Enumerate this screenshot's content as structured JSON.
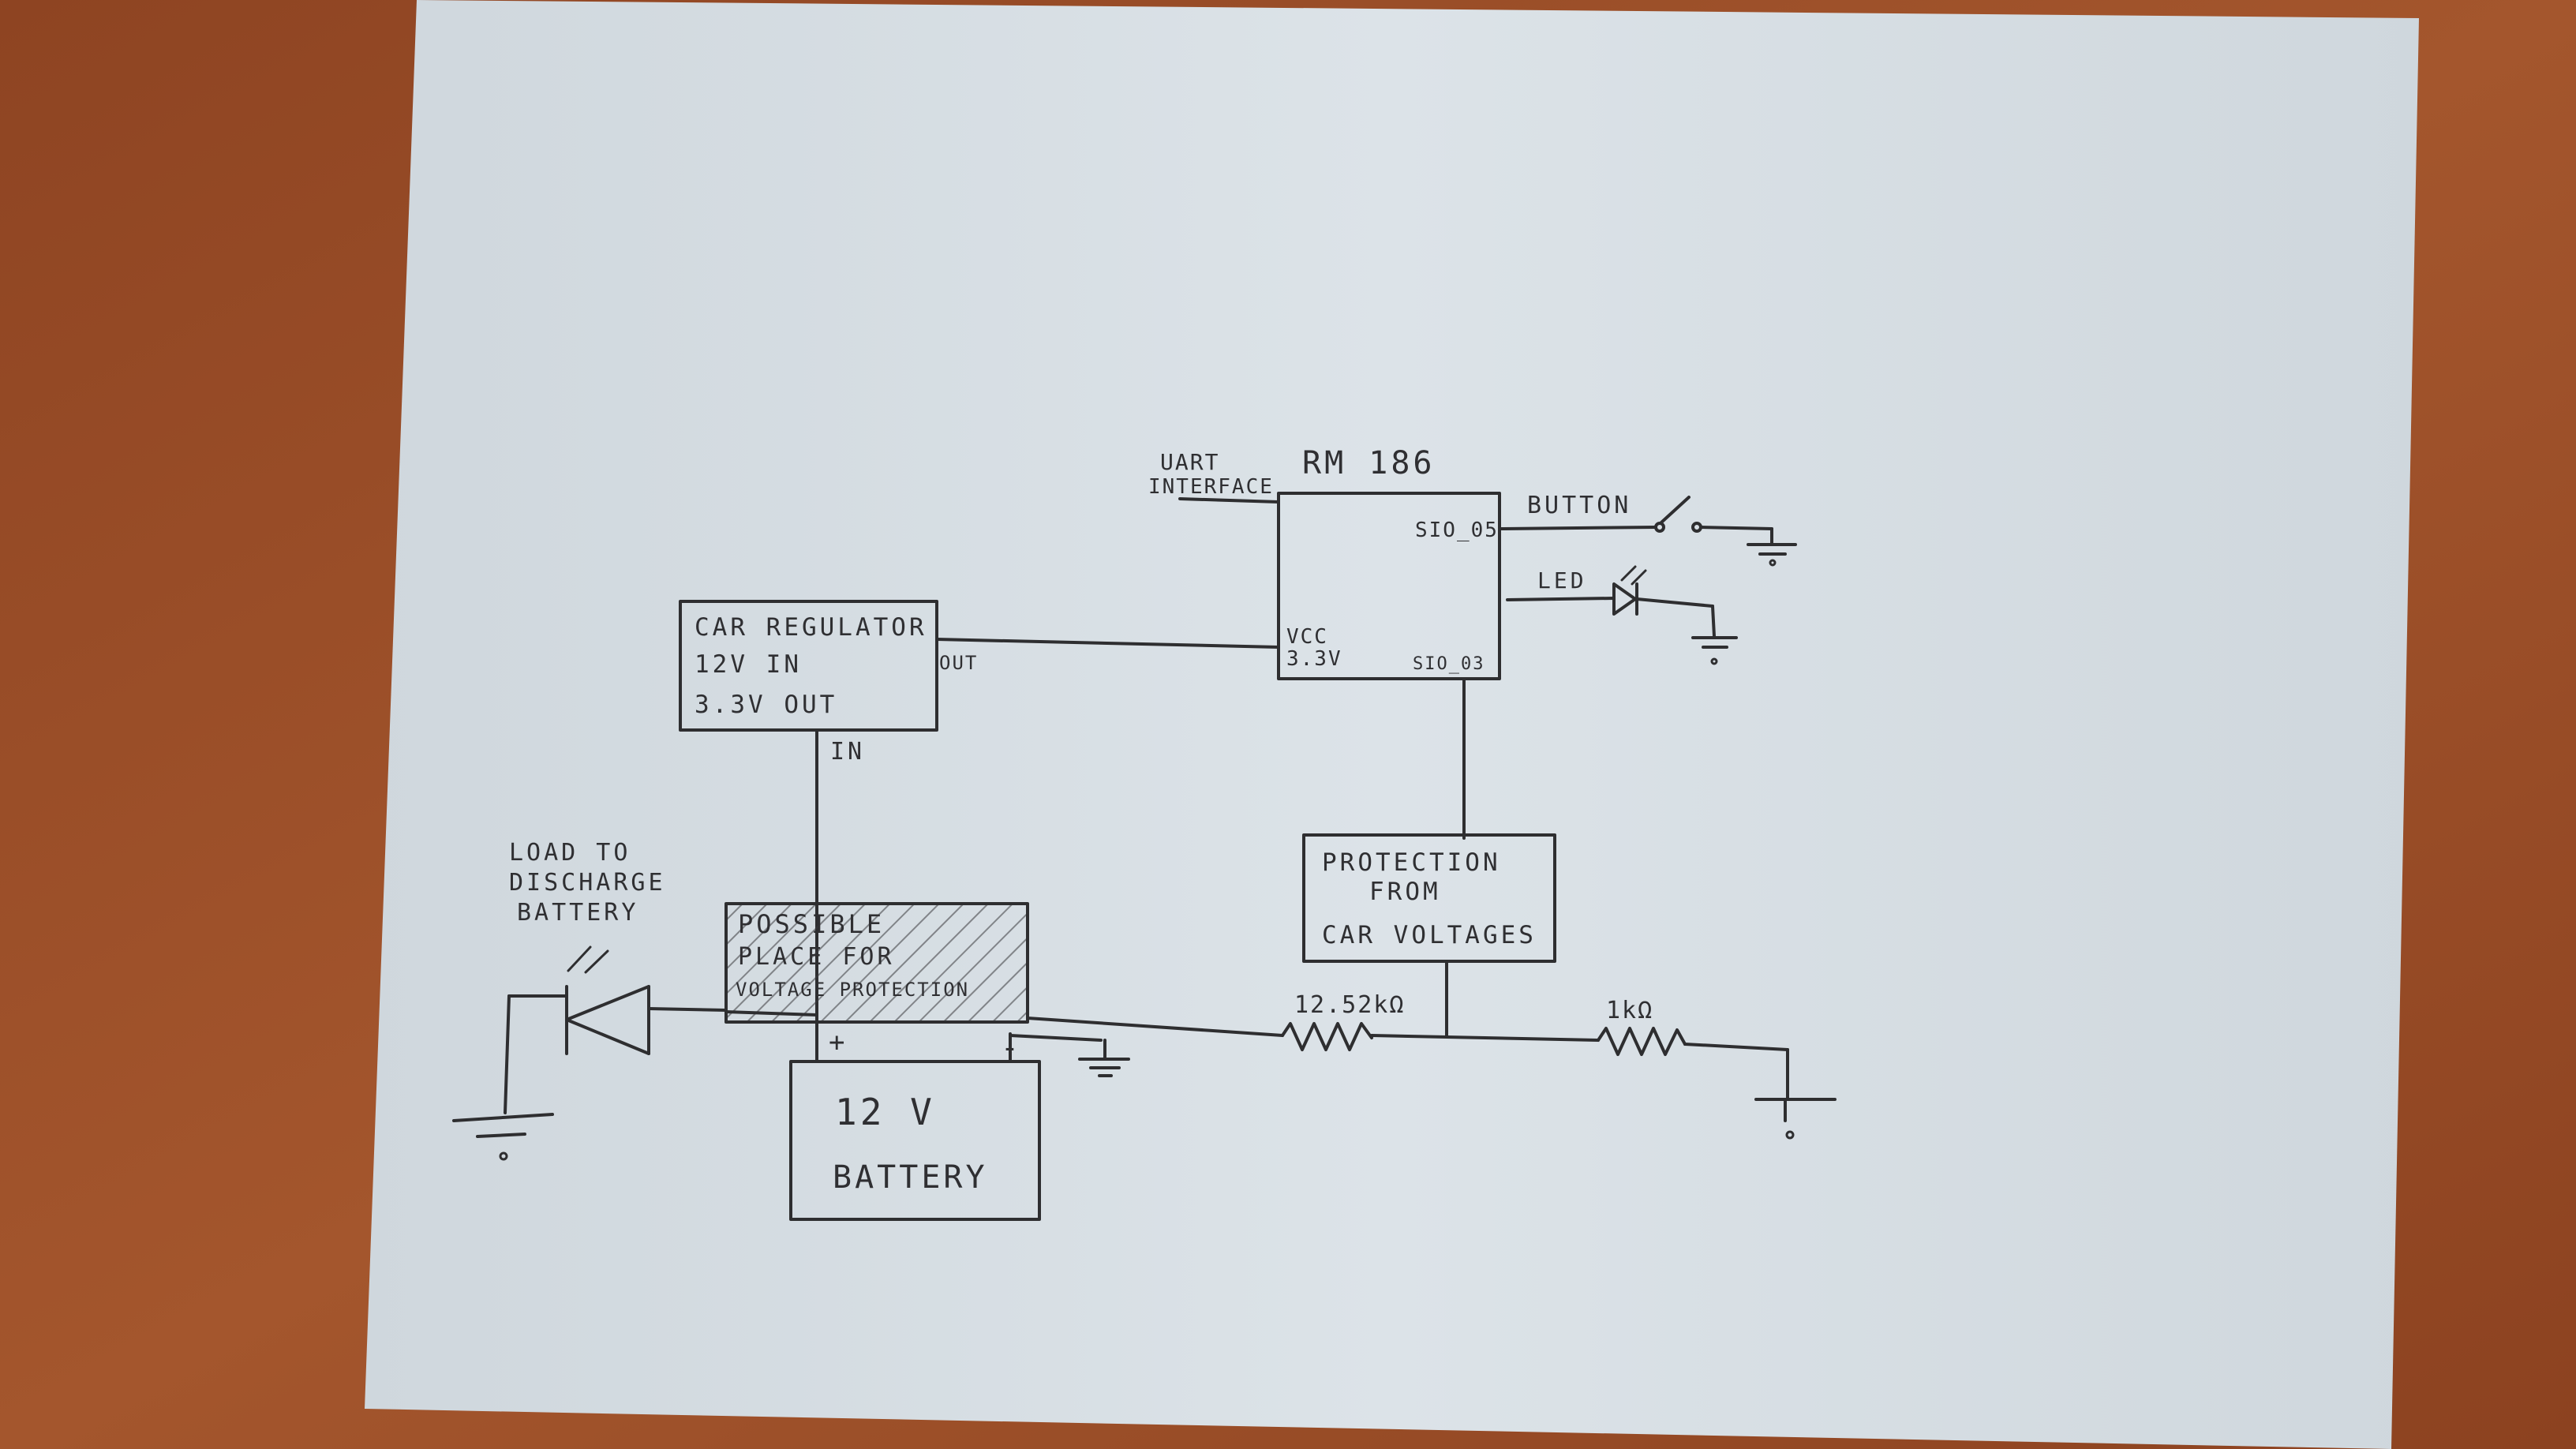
{
  "colors": {
    "table": "#a4562d",
    "paper": "#d6dee4",
    "ink": "#2e2e30",
    "hatch": "#3a3a3e"
  },
  "blocks": {
    "rm186": {
      "title": "RM 186",
      "pin_uart": "UART",
      "pin_uart2": "INTERFACE",
      "pin_sio_button": "SIO_05",
      "pin_vcc": "VCC",
      "pin_vcc2": "3.3V",
      "pin_sio_adc": "SIO_03"
    },
    "regulator": {
      "line1": "CAR REGULATOR",
      "line2": "12V IN",
      "line3": "3.3V OUT",
      "out_label": "OUT",
      "in_label": "IN"
    },
    "protection": {
      "line1": "PROTECTION",
      "line2": "FROM",
      "line3": "CAR VOLTAGES"
    },
    "voltage_protection": {
      "line1": "POSSIBLE",
      "line2": "PLACE FOR",
      "line3": "VOLTAGE PROTECTION"
    },
    "battery": {
      "line1": "12 V",
      "line2": "BATTERY",
      "plus": "+",
      "minus": "-"
    }
  },
  "labels": {
    "button": "BUTTON",
    "led": "LED",
    "load_line1": "LOAD TO",
    "load_line2": "DISCHARGE",
    "load_line3": "BATTERY",
    "r1": "12.52kΩ",
    "r2": "1kΩ"
  }
}
